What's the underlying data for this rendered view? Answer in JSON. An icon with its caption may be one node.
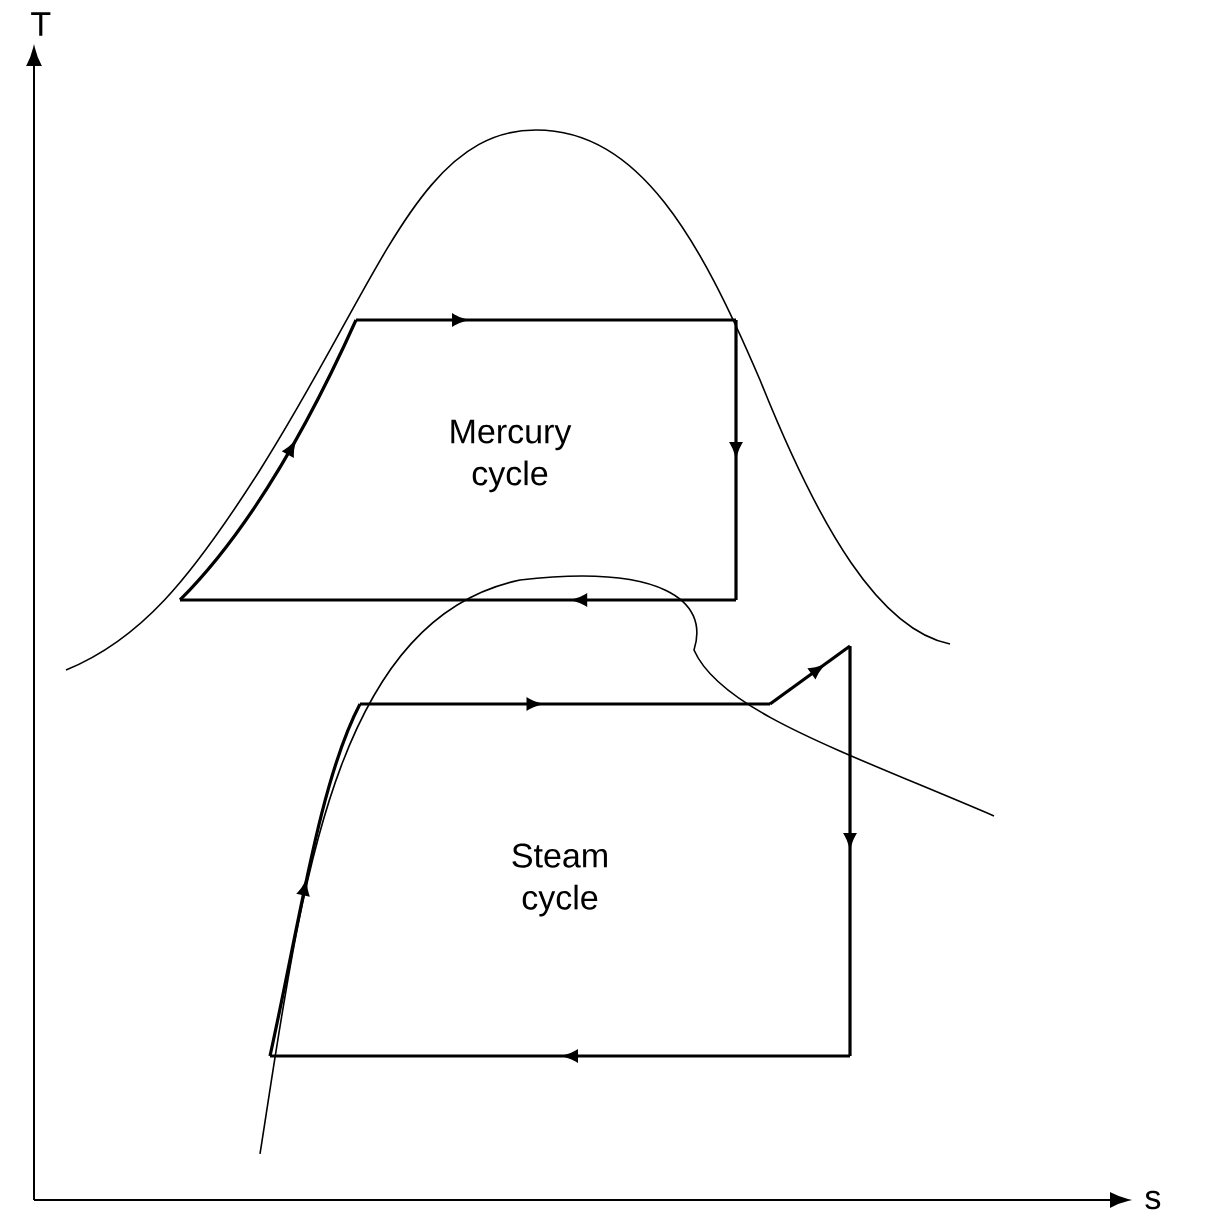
{
  "diagram": {
    "labels": [
      "T",
      "s",
      "Mercury cycle",
      "Steam cycle"
    ]
  }
}
